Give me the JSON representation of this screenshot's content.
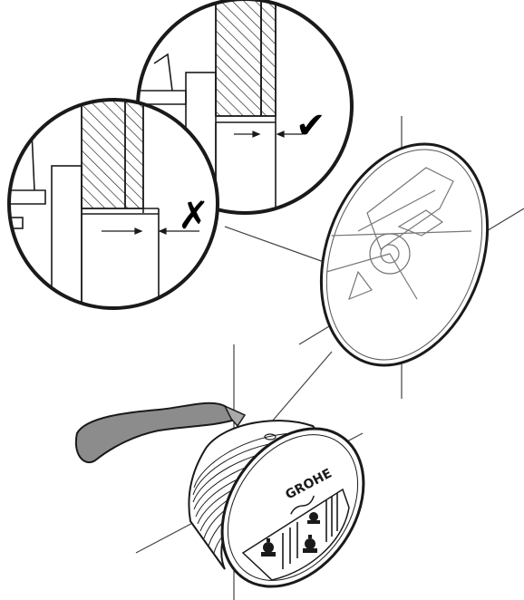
{
  "logo": {
    "text": "GROHE"
  },
  "marks": {
    "correct": {
      "glyph": "✔",
      "meaning": "correct"
    },
    "incorrect": {
      "glyph": "✗",
      "meaning": "incorrect"
    }
  },
  "colors": {
    "line": "#1a1a1a",
    "handle_fill": "#8c8c8c",
    "wall_line": "#444444"
  }
}
